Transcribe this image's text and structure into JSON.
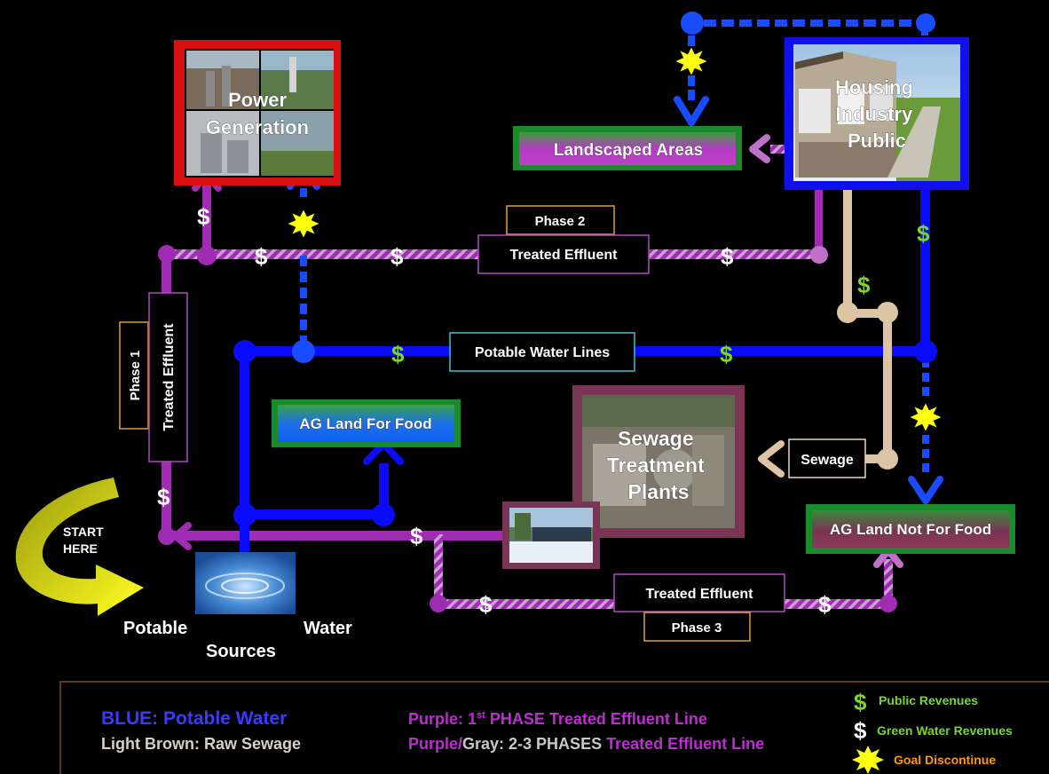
{
  "boxes": {
    "power": "Power Generation",
    "housing_lines": [
      "Housing",
      "Industry",
      "Public"
    ],
    "landscaped": "Landscaped Areas",
    "ag_food": "AG Land For Food",
    "ag_not_food": "AG Land Not For Food",
    "sewage_plant_lines": [
      "Sewage",
      "Treatment",
      "Plants"
    ]
  },
  "labels": {
    "phase1": "Phase 1",
    "phase2": "Phase 2",
    "phase3": "Phase 3",
    "treated_effluent": "Treated Effluent",
    "potable_lines": "Potable Water Lines",
    "sewage": "Sewage",
    "start_here": [
      "START",
      "HERE"
    ],
    "potable": "Potable",
    "water": "Water",
    "sources": "Sources",
    "dollar": "$"
  },
  "legend": {
    "blue": "BLUE: Potable Water",
    "light_brown": "Light Brown: Raw Sewage",
    "purple_prefix": "Purple: 1",
    "purple_sup": "st",
    "purple_rest": " PHASE Treated Effluent Line",
    "pg_purple": "Purple/",
    "pg_gray": "Gray: 2-3 PHASES",
    "pg_rest": " Treated Effluent Line",
    "public_rev": "Public Revenues",
    "green_rev": "Green Water Revenues",
    "goal": "Goal Discontinue"
  },
  "colors": {
    "potable": "#0a0aff",
    "purple": "#a02cb4",
    "raw_sewage": "#dcc4a4",
    "green_border": "#1a8a2a",
    "red_border": "#ff1010",
    "maroon_border": "#7a3456",
    "dollar_green": "#7ad62a",
    "dollar_white": "#ffffff",
    "burst_yellow": "#ffff10",
    "legend_orange": "#ff9900"
  }
}
